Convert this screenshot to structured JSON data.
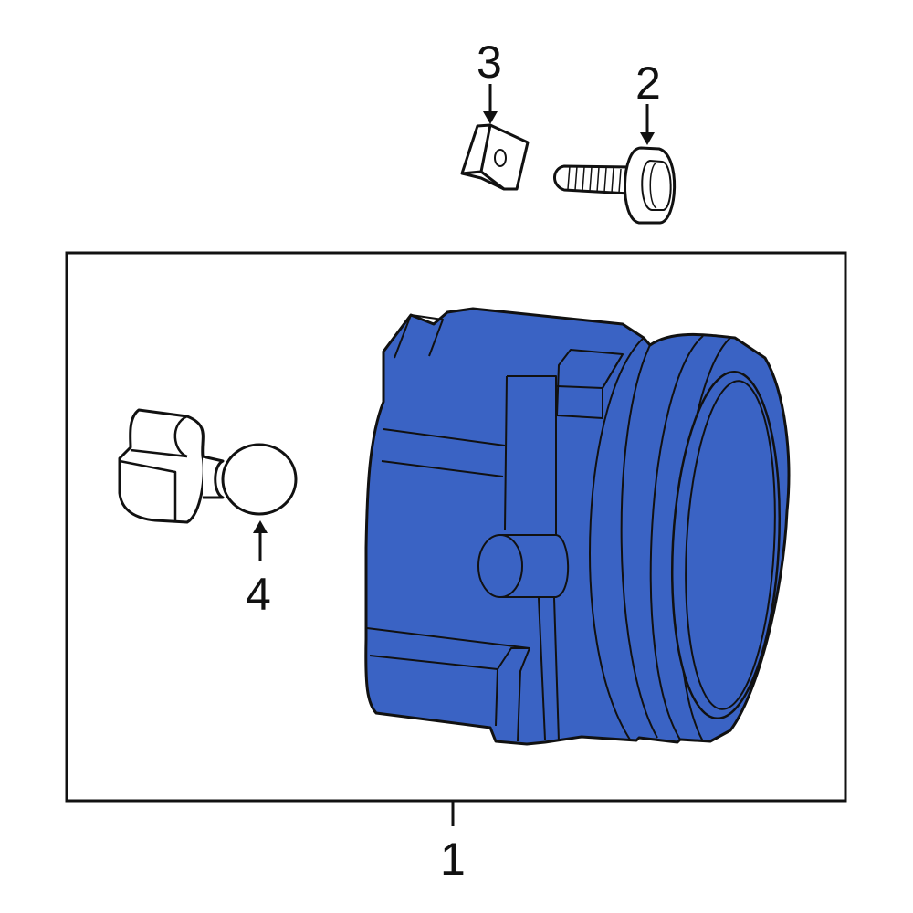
{
  "diagram": {
    "type": "exploded-parts-diagram",
    "fill_color": "#3a63c4",
    "line_color": "#111111",
    "background": "#ffffff",
    "parts": [
      {
        "callout": "1",
        "name": "fog-lamp-assembly",
        "highlighted": true
      },
      {
        "callout": "2",
        "name": "bolt"
      },
      {
        "callout": "3",
        "name": "clip-nut"
      },
      {
        "callout": "4",
        "name": "bulb"
      }
    ]
  }
}
